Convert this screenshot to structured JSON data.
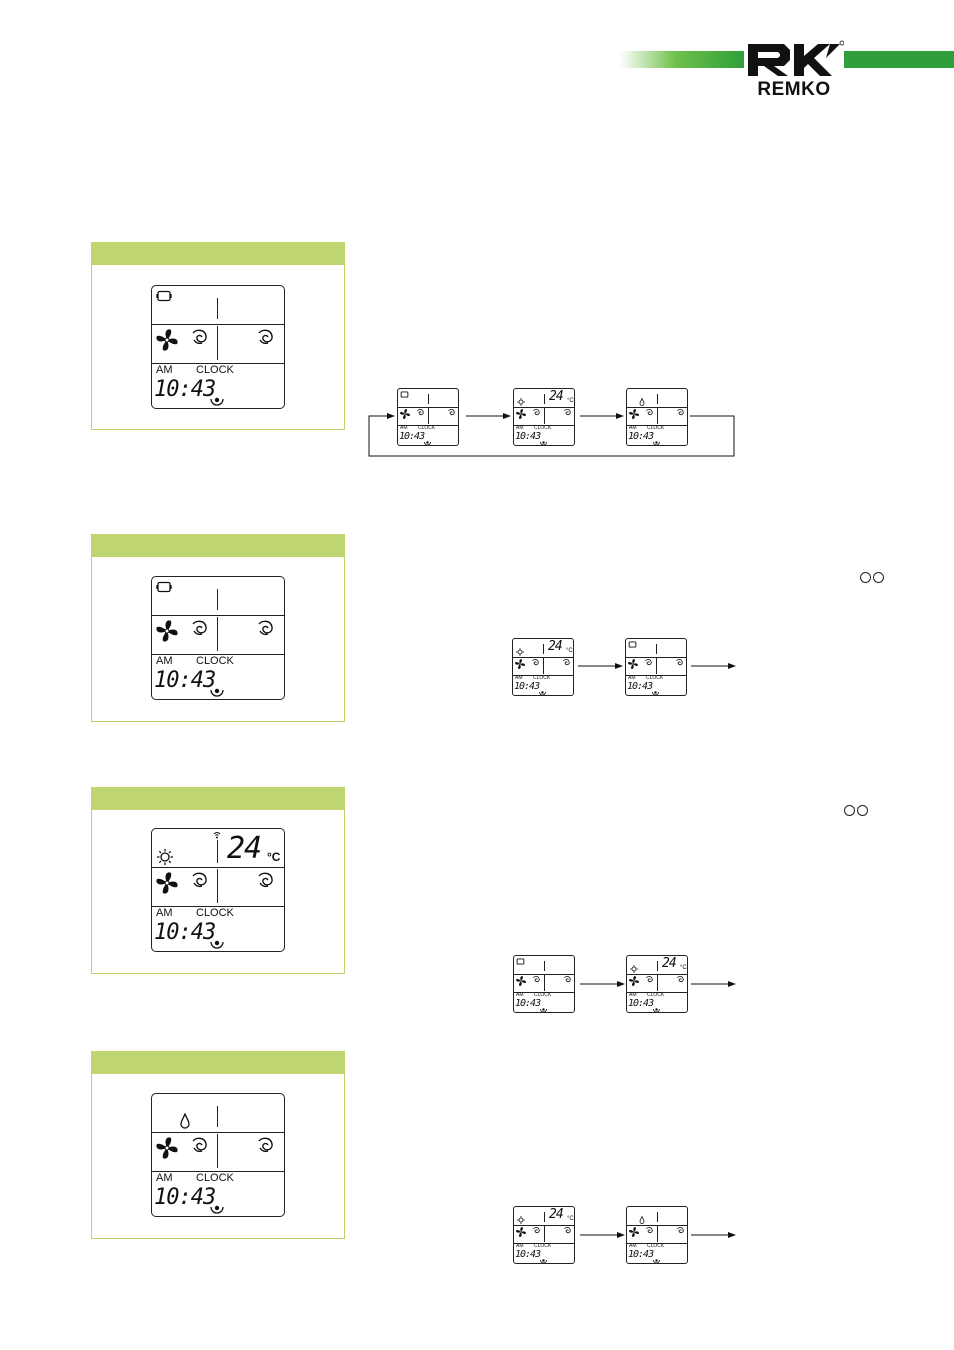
{
  "brand": {
    "name": "REMKO",
    "registered": "®",
    "stripe_color": "#2e9f3a",
    "panel_accent": "#bfd66f"
  },
  "display": {
    "am": "AM",
    "clock": "CLOCK",
    "time": "10:43",
    "temperature": "24",
    "temp_unit": "°C"
  },
  "sections": [
    {
      "id": "panel-1",
      "mode_icon": "auto-mode-icon",
      "shows_temperature": false
    },
    {
      "id": "panel-2",
      "mode_icon": "auto-mode-icon",
      "shows_temperature": false
    },
    {
      "id": "panel-3",
      "mode_icon": "sun-heat-icon",
      "shows_temperature": true
    },
    {
      "id": "panel-4",
      "mode_icon": "drop-dry-icon",
      "shows_temperature": false
    }
  ],
  "sequences": [
    {
      "id": "seq-1",
      "steps": [
        "auto-mode-icon",
        "sun-heat-icon",
        "drop-dry-icon"
      ],
      "loops_back": true
    },
    {
      "id": "seq-2",
      "steps": [
        "sun-heat-icon",
        "auto-mode-icon"
      ],
      "loops_back": false
    },
    {
      "id": "seq-3",
      "steps": [
        "auto-mode-icon",
        "sun-heat-icon"
      ],
      "loops_back": false
    },
    {
      "id": "seq-4",
      "steps": [
        "sun-heat-icon",
        "drop-dry-icon"
      ],
      "loops_back": false
    }
  ]
}
